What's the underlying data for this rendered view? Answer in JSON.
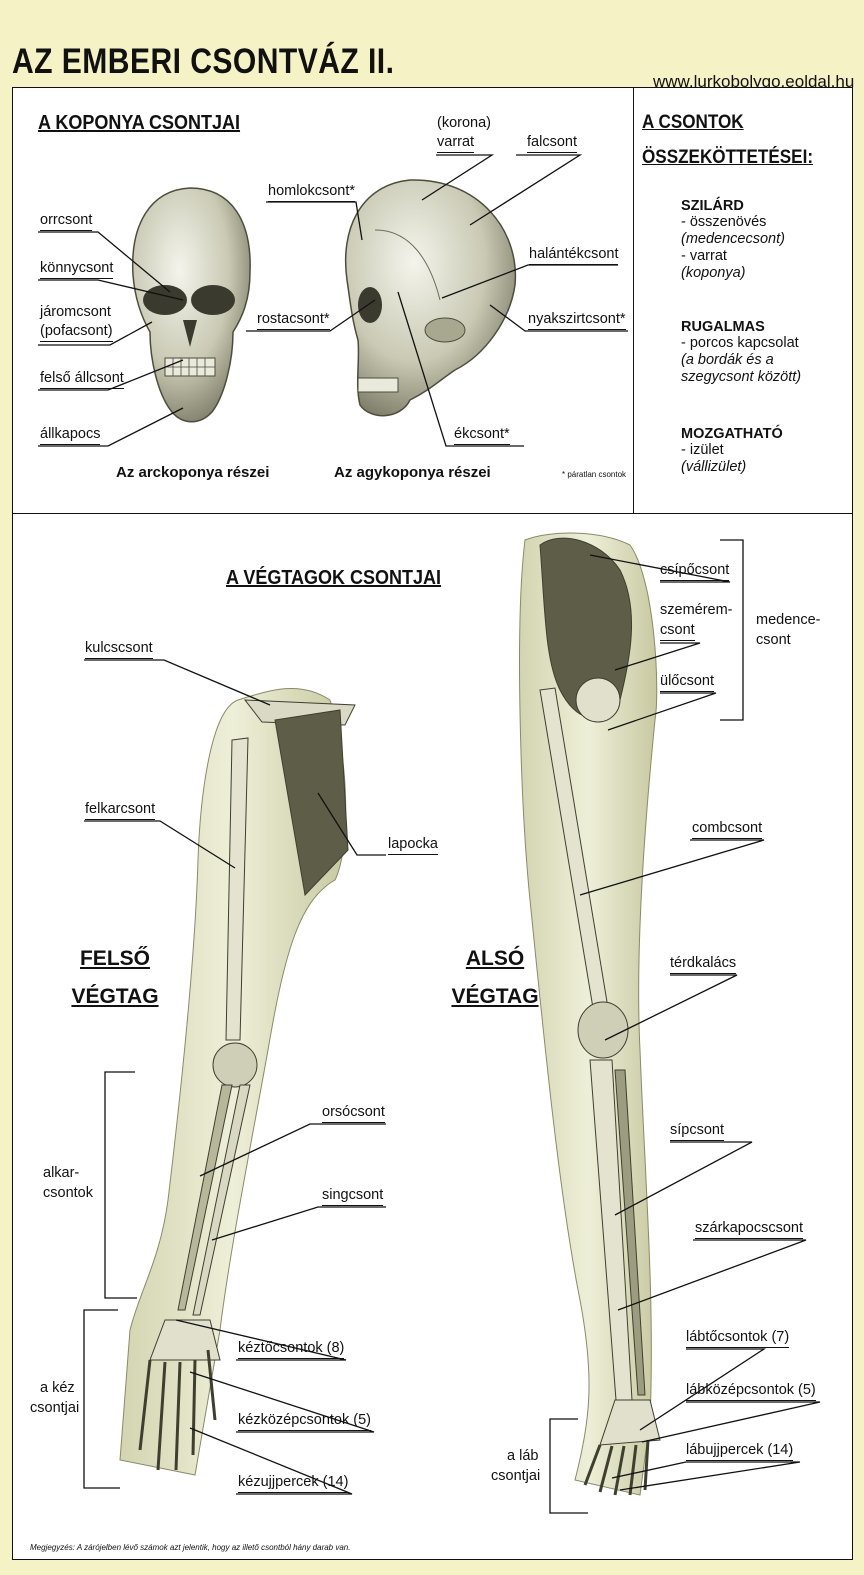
{
  "page": {
    "title": "AZ EMBERI CSONTVÁZ II.",
    "url": "www.lurkobolygo.eoldal.hu"
  },
  "skull_section": {
    "title": "A KOPONYA CSONTJAI",
    "face_labels": {
      "orrcsont": "orrcsont",
      "konnycsont": "könnycsont",
      "jaromcsont_1": "járomcsont",
      "jaromcsont_2": "(pofacsont)",
      "felso_allcsont": "felső állcsont",
      "allkapocs": "állkapocs"
    },
    "cranium_labels": {
      "korona_1": "(korona)",
      "korona_2": "varrat",
      "falcsont": "falcsont",
      "homlokcsont": "homlokcsont*",
      "halantekcsont": "halántékcsont",
      "rostacsont": "rostacsont*",
      "nyakszirtcsont": "nyakszirtcsont*",
      "ekcsont": "ékcsont*"
    },
    "caption_face": "Az arckoponya részei",
    "caption_cranium": "Az agykoponya részei",
    "footnote": "* páratlan csontok"
  },
  "connections": {
    "title_1": "A CSONTOK",
    "title_2": "ÖSSZEKÖTTETÉSEI:",
    "groups": [
      {
        "heading": "SZILÁRD",
        "lines": [
          {
            "text": "- összenövés",
            "italic": false
          },
          {
            "text": "(medencecsont)",
            "italic": true
          },
          {
            "text": "- varrat",
            "italic": false
          },
          {
            "text": "(koponya)",
            "italic": true
          }
        ]
      },
      {
        "heading": "RUGALMAS",
        "lines": [
          {
            "text": "- porcos kapcsolat",
            "italic": false
          },
          {
            "text": "(a bordák és a",
            "italic": true
          },
          {
            "text": "szegycsont között)",
            "italic": true
          }
        ]
      },
      {
        "heading": "MOZGATHATÓ",
        "lines": [
          {
            "text": "- izület",
            "italic": false
          },
          {
            "text": "(vállizület)",
            "italic": true
          }
        ]
      }
    ]
  },
  "limbs_section": {
    "title": "A VÉGTAGOK CSONTJAI",
    "upper_limb": {
      "title_1": "FELSŐ",
      "title_2": "VÉGTAG",
      "labels": {
        "kulcscsont": "kulcscsont",
        "felkarcsont": "felkarcsont",
        "lapocka": "lapocka",
        "orsocsont": "orsócsont",
        "singcsont": "singcsont",
        "alkar_1": "alkar-",
        "alkar_2": "csontok",
        "keztocsontok": "kéztőcsontok (8)",
        "kezkozepcsontok": "kézközépcsontok (5)",
        "kezujjpercek": "kézujjpercek (14)",
        "kez_1": "a kéz",
        "kez_2": "csontjai"
      }
    },
    "lower_limb": {
      "title_1": "ALSÓ",
      "title_2": "VÉGTAG",
      "labels": {
        "csipocsont": "csípőcsont",
        "szemerem_1": "szemérem-",
        "szemerem_2": "csont",
        "ulocsont": "ülőcsont",
        "medence_1": "medence-",
        "medence_2": "csont",
        "combcsont": "combcsont",
        "terdkalacs": "térdkalács",
        "sipcsont": "sípcsont",
        "szarkapocscsont": "szárkapocscsont",
        "labtocsontok": "lábtőcsontok (7)",
        "labkozepcsontok": "lábközépcsontok (5)",
        "labujjpercek": "lábujjpercek (14)",
        "lab_1": "a láb",
        "lab_2": "csontjai"
      }
    }
  },
  "footer_note": "Megjegyzés: A zárójelben lévő számok azt jelentik, hogy az illető csontból hány darab van."
}
